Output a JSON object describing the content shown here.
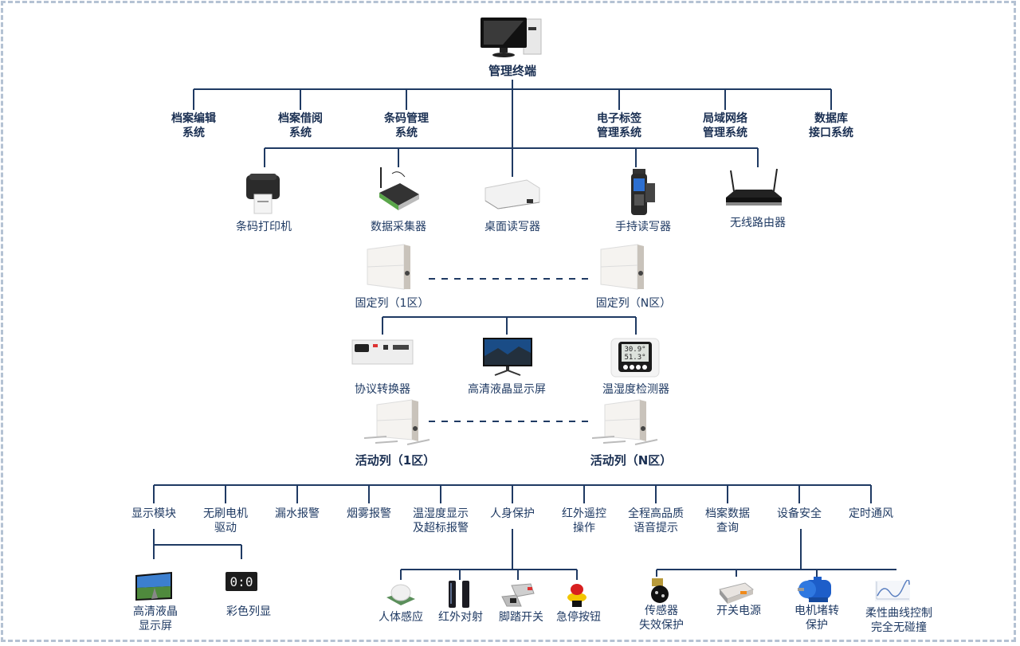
{
  "root": {
    "label": "管理终端",
    "icon": "desktop-computer-icon"
  },
  "systems": [
    {
      "line1": "档案编辑",
      "line2": "系统"
    },
    {
      "line1": "档案借阅",
      "line2": "系统"
    },
    {
      "line1": "条码管理",
      "line2": "系统"
    },
    {
      "line1": "电子标签",
      "line2": "管理系统"
    },
    {
      "line1": "局域网络",
      "line2": "管理系统"
    },
    {
      "line1": "数据库",
      "line2": "接口系统"
    }
  ],
  "devices": [
    {
      "label": "条码打印机",
      "icon": "barcode-printer-icon"
    },
    {
      "label": "数据采集器",
      "icon": "data-collector-icon"
    },
    {
      "label": "桌面读写器",
      "icon": "desktop-reader-icon"
    },
    {
      "label": "手持读写器",
      "icon": "handheld-reader-icon"
    },
    {
      "label": "无线路由器",
      "icon": "wireless-router-icon"
    }
  ],
  "fixed_columns": [
    {
      "label": "固定列（1区）"
    },
    {
      "label": "固定列（N区）"
    }
  ],
  "middle_devices": [
    {
      "label": "协议转换器",
      "icon": "protocol-converter-icon"
    },
    {
      "label": "高清液晶显示屏",
      "icon": "lcd-monitor-icon"
    },
    {
      "label": "温湿度检测器",
      "icon": "thermo-hygrometer-icon"
    }
  ],
  "thermo_reading": {
    "temp": "30.9°",
    "humidity": "51.3°"
  },
  "mobile_columns": [
    {
      "label": "活动列（1区）"
    },
    {
      "label": "活动列（N区）"
    }
  ],
  "functions": [
    {
      "line1": "显示模块",
      "line2": ""
    },
    {
      "line1": "无刷电机",
      "line2": "驱动"
    },
    {
      "line1": "漏水报警",
      "line2": ""
    },
    {
      "line1": "烟雾报警",
      "line2": ""
    },
    {
      "line1": "温湿度显示",
      "line2": "及超标报警"
    },
    {
      "line1": "人身保护",
      "line2": ""
    },
    {
      "line1": "红外遥控",
      "line2": "操作"
    },
    {
      "line1": "全程高品质",
      "line2": "语音提示"
    },
    {
      "line1": "档案数据",
      "line2": "查询"
    },
    {
      "line1": "设备安全",
      "line2": ""
    },
    {
      "line1": "定时通风",
      "line2": ""
    }
  ],
  "display_sub": [
    {
      "line1": "高清液晶",
      "line2": "显示屏",
      "icon": "lcd-screen-icon"
    },
    {
      "line1": "彩色列显",
      "line2": "",
      "icon": "led-digit-display-icon"
    }
  ],
  "led_text": "0:0",
  "safety_sub": [
    {
      "label": "人体感应",
      "icon": "pir-sensor-icon"
    },
    {
      "label": "红外对射",
      "icon": "infrared-beam-icon"
    },
    {
      "label": "脚踏开关",
      "icon": "foot-switch-icon"
    },
    {
      "label": "急停按钮",
      "icon": "emergency-stop-icon"
    }
  ],
  "equipment_sub": [
    {
      "line1": "传感器",
      "line2": "失效保护",
      "icon": "sensor-icon"
    },
    {
      "line1": "开关电源",
      "line2": "",
      "icon": "power-supply-icon"
    },
    {
      "line1": "电机堵转",
      "line2": "保护",
      "icon": "motor-icon"
    },
    {
      "line1": "柔性曲线控制",
      "line2": "完全无碰撞",
      "icon": "curve-chart-icon"
    }
  ],
  "colors": {
    "line": "#1f3a63",
    "text": "#1f3a63",
    "border": "#b4c2d3"
  }
}
